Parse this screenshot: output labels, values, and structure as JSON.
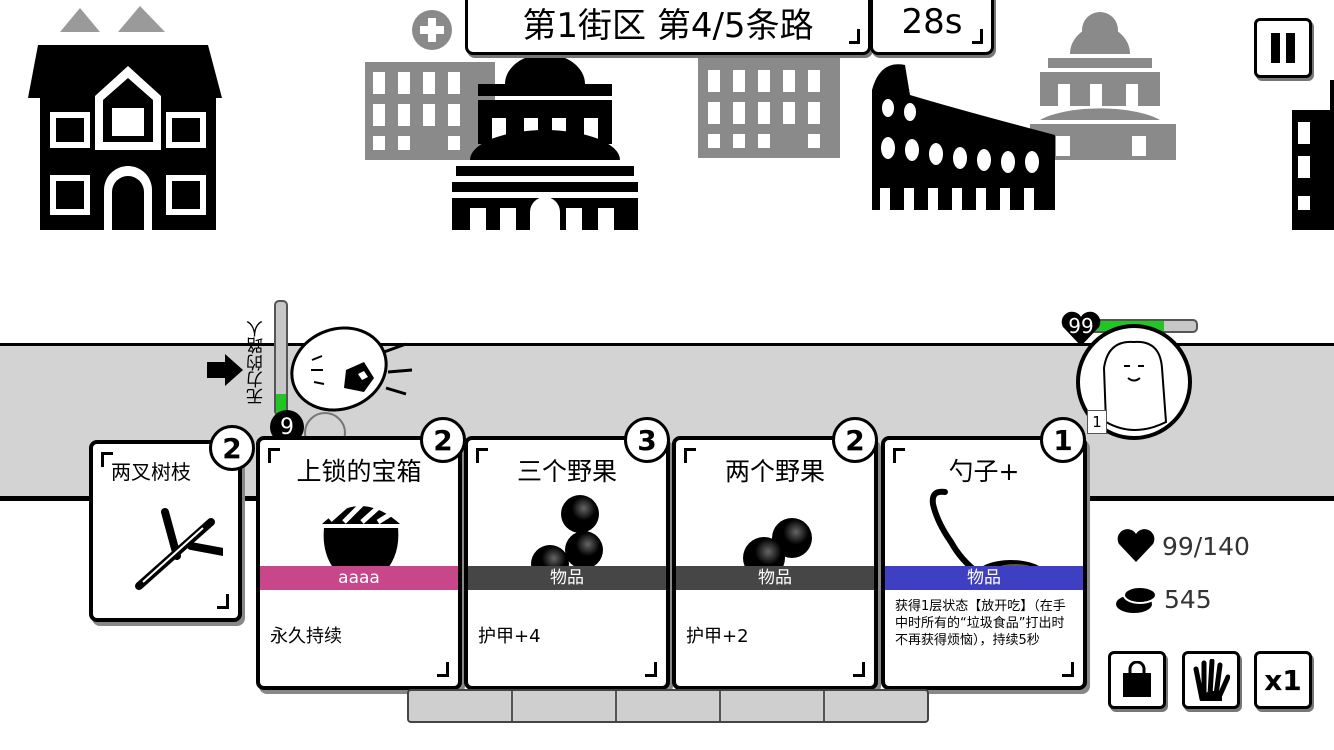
{
  "header": {
    "location": "第1街区 第4/5条路",
    "timer": "28s"
  },
  "enemy": {
    "name": "无力的路人",
    "intent": "9",
    "arrow_icon": "arrow-right-icon"
  },
  "player": {
    "hp_badge": "99",
    "hp_fill": 0.707,
    "buff_count": "1",
    "hp_text": "99/140",
    "gold_text": "545"
  },
  "cards": [
    {
      "title": "两叉树枝",
      "count": "2",
      "band": "",
      "desc": "",
      "icon": "branch-icon"
    },
    {
      "title": "上锁的宝箱",
      "count": "2",
      "band": "aaaa",
      "desc": "永久持续",
      "icon": "acorn-icon",
      "band_color": "#c8478a"
    },
    {
      "title": "三个野果",
      "count": "3",
      "band": "物品",
      "desc": "护甲+4",
      "icon": "berries-icon",
      "band_color": "#464646"
    },
    {
      "title": "两个野果",
      "count": "2",
      "band": "物品",
      "desc": "护甲+2",
      "icon": "berries-icon",
      "band_color": "#464646"
    },
    {
      "title": "勺子+",
      "count": "1",
      "band": "物品",
      "desc": "获得1层状态【放开吃】（在手中时所有的“垃圾食品”打出时不再获得烦恼），持续5秒",
      "icon": "spoon-icon",
      "band_color": "#3f3fc4"
    }
  ],
  "buttons": {
    "pause": "pause-icon",
    "bag": "bag-icon",
    "hand": "hand-icon",
    "speed": "x1"
  },
  "colors": {
    "road": "#d3d3d3",
    "hp_green": "#22c622",
    "band_pink": "#c8478a",
    "band_dark": "#464646",
    "band_blue": "#3f3fc4"
  }
}
